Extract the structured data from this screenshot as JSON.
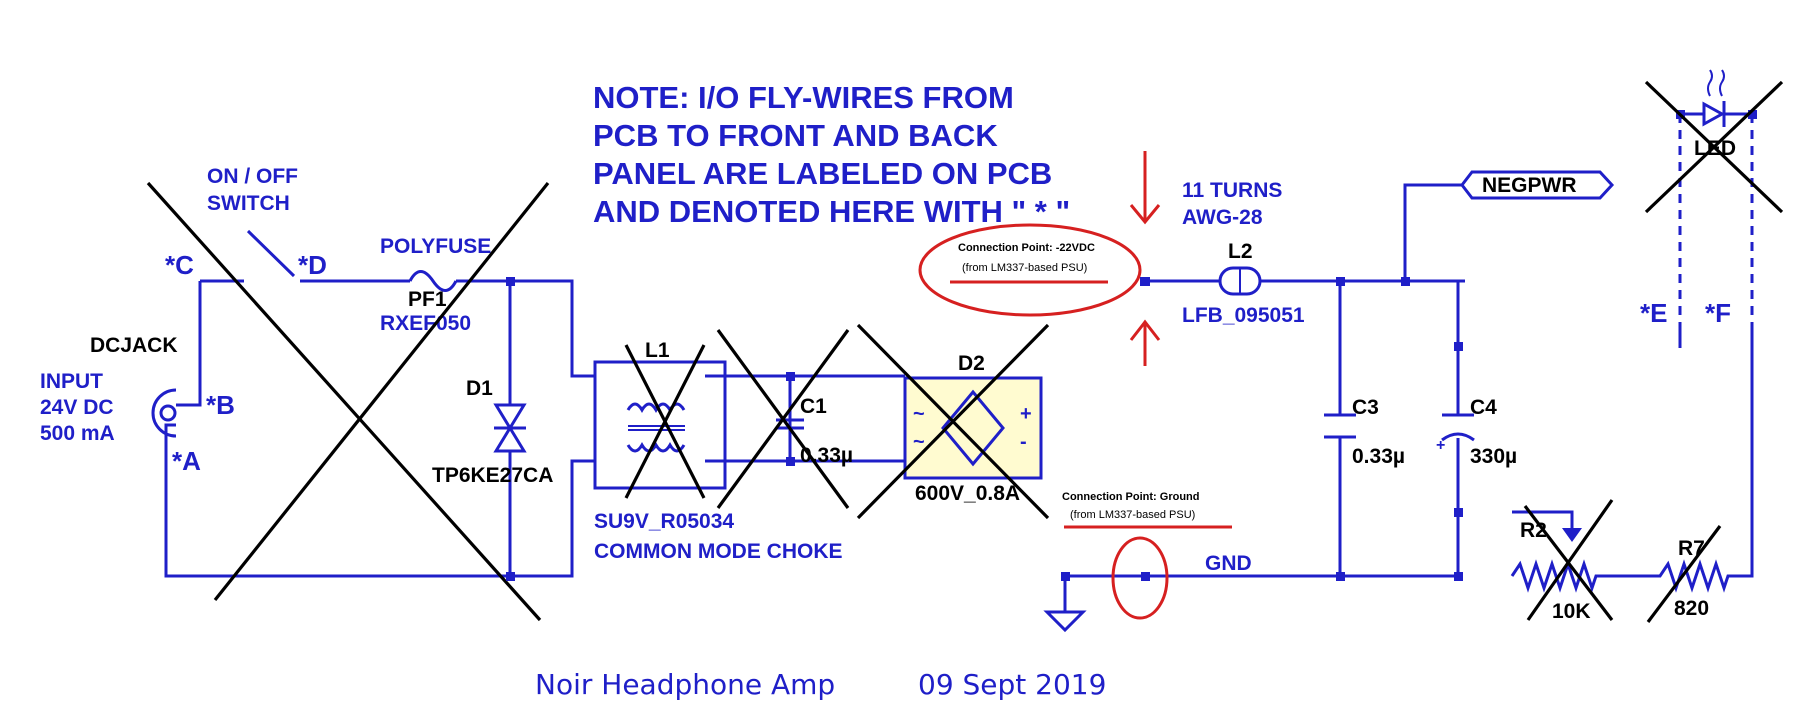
{
  "note": {
    "lines": [
      "NOTE: I/O FLY-WIRES FROM",
      "PCB TO FRONT AND BACK",
      "PANEL ARE LABELED ON PCB",
      "AND DENOTED HERE WITH \" * \""
    ]
  },
  "switch": {
    "line1": "ON / OFF",
    "line2": "SWITCH"
  },
  "pins": {
    "a": "*A",
    "b": "*B",
    "c": "*C",
    "d": "*D",
    "e": "*E",
    "f": "*F"
  },
  "dcjack": {
    "name": "DCJACK",
    "line1": "INPUT",
    "line2": "24V DC",
    "line3": "500 mA"
  },
  "polyfuse": {
    "title": "POLYFUSE",
    "ref": "PF1",
    "part": "RXEF050"
  },
  "d1": {
    "ref": "D1",
    "part": "TP6KE27CA"
  },
  "l1": {
    "ref": "L1",
    "part": "SU9V_R05034",
    "desc": "COMMON MODE CHOKE"
  },
  "c1": {
    "ref": "C1",
    "value": "0.33µ"
  },
  "d2": {
    "ref": "D2",
    "part": "600V_0.8A"
  },
  "l2": {
    "ref": "L2",
    "turns": "11 TURNS",
    "wire": "AWG-28",
    "part": "LFB_095051"
  },
  "c3": {
    "ref": "C3",
    "value": "0.33µ"
  },
  "c4": {
    "ref": "C4",
    "value": "330µ"
  },
  "negpwr": "NEGPWR",
  "gnd": "GND",
  "led": "LED",
  "r2": {
    "ref": "R2",
    "value": "10K"
  },
  "r7": {
    "ref": "R7",
    "value": "820"
  },
  "connection_neg": {
    "title": "Connection Point: -22VDC",
    "sub": "(from LM337-based PSU)"
  },
  "connection_gnd": {
    "title": "Connection Point: Ground",
    "sub": "(from LM337-based PSU)"
  },
  "footer": {
    "title": "Noir Headphone Amp",
    "date": "09 Sept 2019"
  },
  "colors": {
    "wire": "#1f1fc8",
    "annotation": "#d62020",
    "cross": "#000000",
    "rectifier_fill": "#fffbd0"
  }
}
